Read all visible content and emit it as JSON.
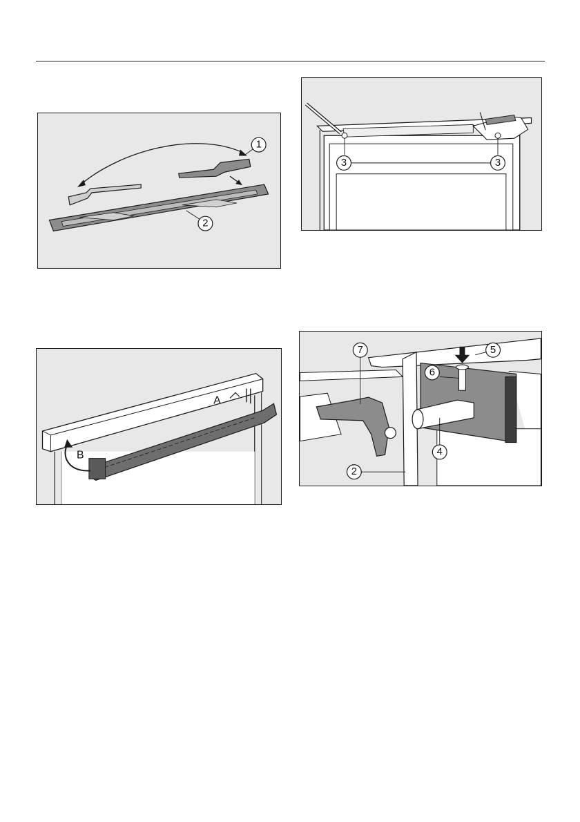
{
  "figures": {
    "fig1": {
      "callouts": [
        "1",
        "2"
      ]
    },
    "fig2": {
      "callouts": [
        "3",
        "3"
      ]
    },
    "fig3": {
      "letters": [
        "A",
        "B"
      ]
    },
    "fig4": {
      "callouts": [
        "7",
        "5",
        "6",
        "4",
        "2"
      ]
    }
  },
  "colors": {
    "panel_bg": "#e8e8e8",
    "part_gray": "#8c8c8c",
    "line": "#1a1a1a",
    "white": "#ffffff"
  }
}
